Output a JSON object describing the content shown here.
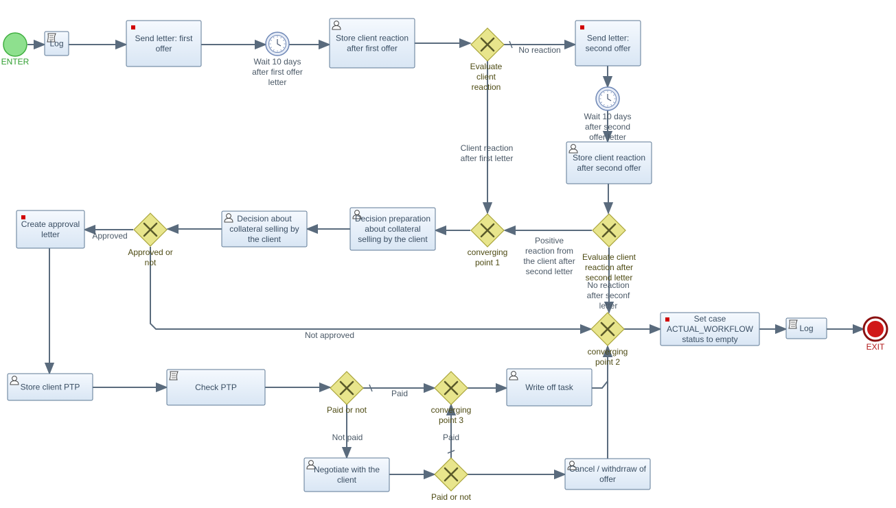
{
  "colors": {
    "task_fill_top": "#f5f9fe",
    "task_fill_bottom": "#d9e6f4",
    "task_border": "#5d7894",
    "edge": "#5a6b7d",
    "gateway_fill": "#e8e58c",
    "gateway_border": "#a9a43a",
    "gateway_x": "#5a5a2a",
    "start_fill": "#8ee08e",
    "start_border": "#3fae3f",
    "end_fill": "#d01818",
    "end_border": "#8a1010",
    "timer_fill": "#e6ecf7",
    "timer_border": "#6e87b6",
    "marker_red": "#d10000"
  },
  "events": {
    "start": {
      "label": "ENTER"
    },
    "end": {
      "label": "EXIT"
    },
    "timer1": {
      "label": [
        "Wait 10 days",
        "after first offer",
        "letter"
      ]
    },
    "timer2": {
      "label": [
        "Wait 10 days",
        "after second",
        "offer letter"
      ]
    }
  },
  "tasks": {
    "log1": {
      "label": [
        "Log"
      ],
      "icon": "script-icon"
    },
    "send1": {
      "label": [
        "Send letter: first",
        "offer"
      ],
      "icon": "red-marker"
    },
    "store1": {
      "label": [
        "Store client reaction",
        "after first offer"
      ],
      "icon": "user-icon"
    },
    "send2": {
      "label": [
        "Send letter:",
        "second offer"
      ],
      "icon": "red-marker"
    },
    "store2": {
      "label": [
        "Store client reaction",
        "after second offer"
      ],
      "icon": "user-icon"
    },
    "decprep": {
      "label": [
        "Decision preparation",
        "about collateral",
        "selling by the client"
      ],
      "icon": "user-icon"
    },
    "decision": {
      "label": [
        "Decision about",
        "collateral selling by",
        "the client"
      ],
      "icon": "user-icon"
    },
    "approval": {
      "label": [
        "Create approval",
        "letter"
      ],
      "icon": "red-marker"
    },
    "setcase": {
      "label": [
        "Set case",
        "ACTUAL_WORKFLOW",
        "status to empty"
      ],
      "icon": "red-marker"
    },
    "log2": {
      "label": [
        "Log"
      ],
      "icon": "script-icon"
    },
    "storeptp": {
      "label": [
        "Store client PTP"
      ],
      "icon": "user-icon"
    },
    "checkptp": {
      "label": [
        "Check PTP"
      ],
      "icon": "script-icon"
    },
    "writeoff": {
      "label": [
        "Write off task"
      ],
      "icon": "user-icon"
    },
    "negotiate": {
      "label": [
        "Negotiate with the",
        "client"
      ],
      "icon": "user-icon"
    },
    "cancel": {
      "label": [
        "Cancel / withdrraw of",
        "offer"
      ],
      "icon": "user-icon"
    }
  },
  "gateways": {
    "evaluate1": {
      "label": [
        "Evaluate",
        "client",
        "reaction"
      ]
    },
    "evaluate2": {
      "label": [
        "Evaluate client",
        "reaction after",
        "second letter"
      ]
    },
    "conv1": {
      "label": [
        "converging",
        "point 1"
      ]
    },
    "approved": {
      "label": [
        "Approved or",
        "not"
      ]
    },
    "conv2": {
      "label": [
        "converging",
        "point 2"
      ]
    },
    "paid1": {
      "label": [
        "Paid or not"
      ]
    },
    "conv3": {
      "label": [
        "converging",
        "point 3"
      ]
    },
    "paid2": {
      "label": [
        "Paid or not"
      ]
    }
  },
  "edge_labels": {
    "no_reaction": [
      "No reaction"
    ],
    "client_reaction_first": [
      "Client reaction",
      "after first letter"
    ],
    "positive_reaction": [
      "Positive",
      "reaction from",
      "the client after",
      "second letter"
    ],
    "no_reaction_second": [
      "No reaction",
      "after seconf",
      "letter"
    ],
    "approved": [
      "Approved"
    ],
    "not_approved": [
      "Not approved"
    ],
    "paid_top": [
      "Paid"
    ],
    "not_paid": [
      "Not paid"
    ],
    "paid_bottom": [
      "Paid"
    ]
  }
}
